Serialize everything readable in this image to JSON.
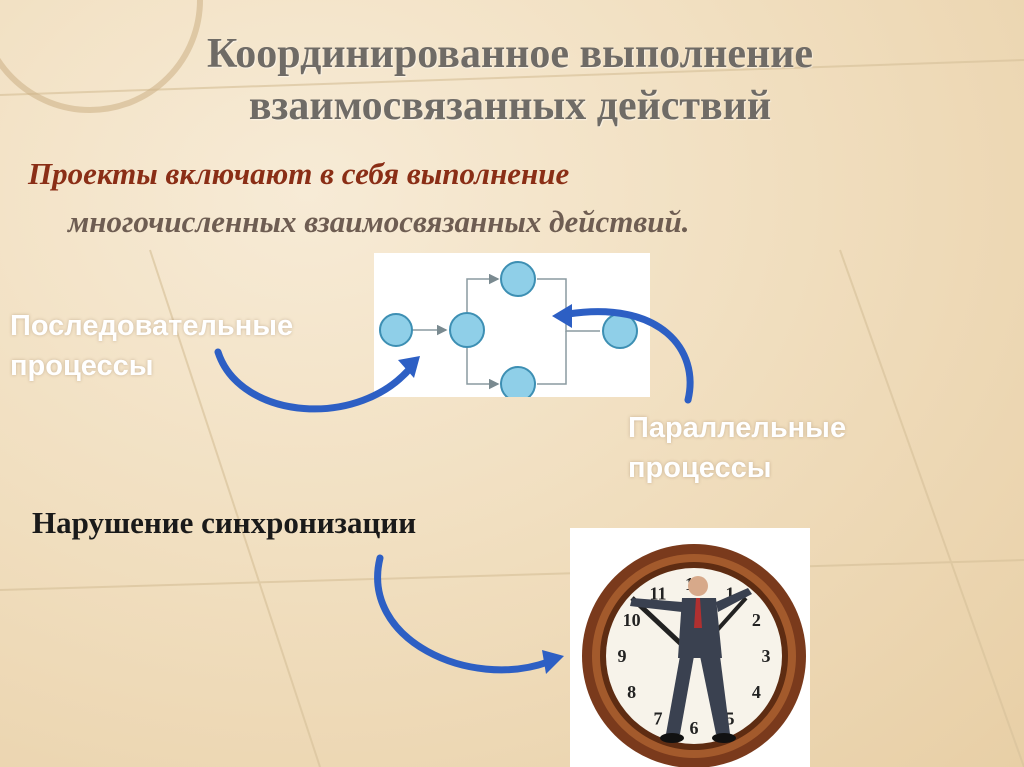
{
  "slide": {
    "title_line1": "Координированное выполнение",
    "title_line2": "взаимосвязанных действий",
    "subtitle_line1": "Проекты включают в себя выполнение",
    "subtitle_line2": "многочисленных взаимосвязанных действий."
  },
  "labels": {
    "sequential_line1": "Последовательные",
    "sequential_line2": "процессы",
    "parallel_line1": "Параллельные",
    "parallel_line2": "процессы",
    "desync": "Нарушение синхронизации"
  },
  "clock": {
    "numbers": [
      "12",
      "1",
      "2",
      "3",
      "4",
      "5",
      "6",
      "7",
      "8",
      "9",
      "10",
      "11"
    ]
  },
  "colors": {
    "title": "#6f6b66",
    "subtitle": "#8a2e16",
    "node_fill": "#8fcfe8",
    "node_stroke": "#3d8fb3",
    "arrow_blue": "#2d5fc4"
  }
}
